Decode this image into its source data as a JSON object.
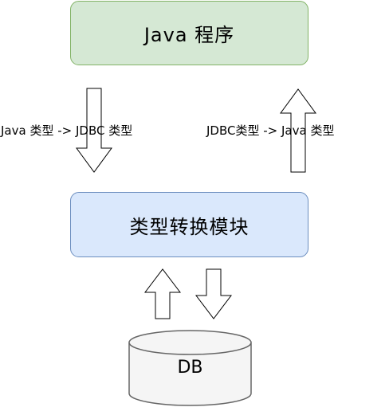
{
  "diagram": {
    "top_box": {
      "label": "Java 程序"
    },
    "middle_box": {
      "label": "类型转换模块"
    },
    "database": {
      "label": "DB"
    },
    "left_arrow_label": "Java 类型 -> JDBC 类型",
    "right_arrow_label": "JDBC类型 -> Java 类型"
  },
  "colors": {
    "top_box_fill": "#d5e8d4",
    "top_box_border": "#82b366",
    "middle_box_fill": "#dae8fc",
    "middle_box_border": "#6c8ebf",
    "db_fill": "#f5f5f5",
    "db_border": "#666666"
  }
}
